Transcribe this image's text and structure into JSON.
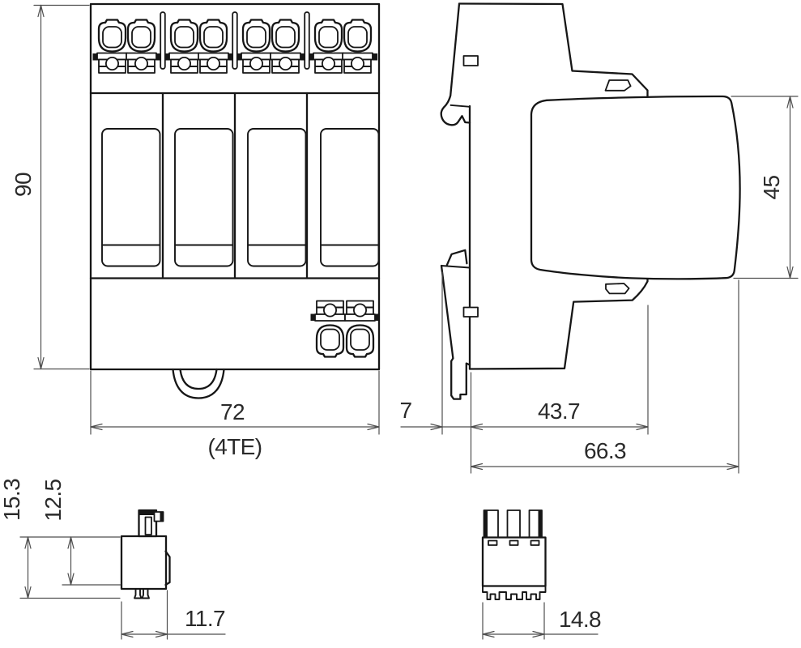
{
  "drawing": {
    "type": "technical-dimension-drawing",
    "unit": "mm",
    "views": {
      "front": {
        "height": "90",
        "width": "72",
        "width_modules": "(4TE)"
      },
      "side": {
        "module_height": "45",
        "base_depth": "7",
        "module_depth": "43.7",
        "total_depth": "66.3"
      },
      "plug_side": {
        "overall_height": "15.3",
        "body_height": "12.5",
        "depth": "11.7"
      },
      "plug_front": {
        "width": "14.8"
      }
    },
    "colors": {
      "outline": "#161616",
      "dimension_lines": "#4f4f4f",
      "text": "#2a2a2a",
      "background": "#ffffff"
    }
  }
}
